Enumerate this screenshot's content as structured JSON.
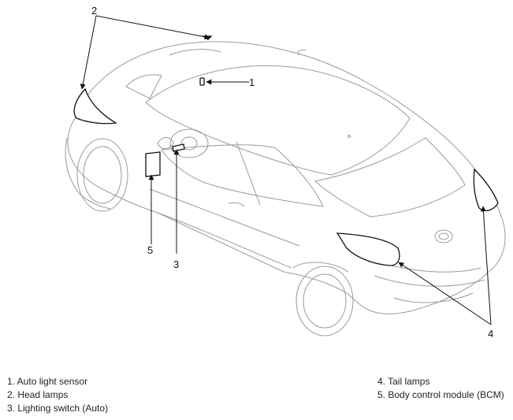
{
  "callouts": [
    "1",
    "2",
    "3",
    "4",
    "5"
  ],
  "legend": {
    "left": [
      "1. Auto light sensor",
      "2. Head lamps",
      "3. Lighting switch (Auto)"
    ],
    "right": [
      "4. Tail lamps",
      "5. Body control module (BCM)"
    ]
  }
}
